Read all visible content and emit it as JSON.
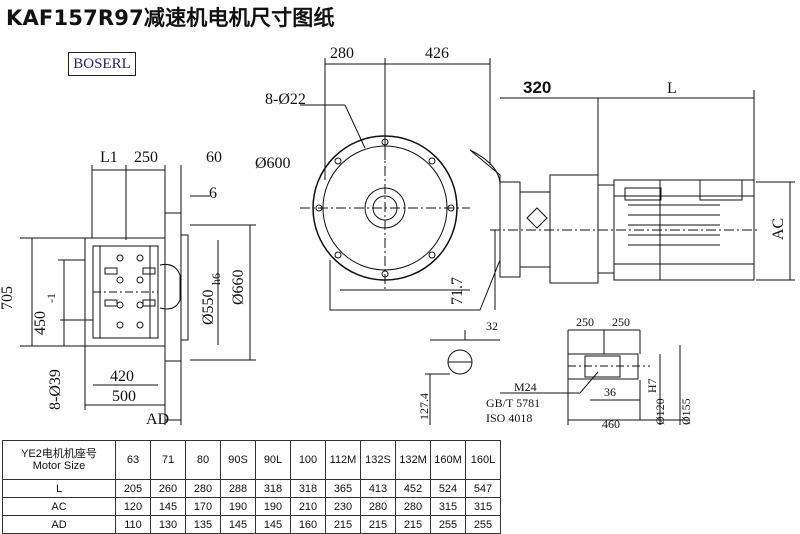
{
  "title": "KAF157R97减速机电机尺寸图纸",
  "brand": "BOSERL",
  "dims": {
    "d280": "280",
    "d426": "426",
    "d320": "320",
    "dL": "L",
    "holes": "8-Ø22",
    "d600": "Ø600",
    "dL1": "L1",
    "d250": "250",
    "d60": "60",
    "d6": "6",
    "d705": "705",
    "d450": "450",
    "d450sub": "-1",
    "d550": "Ø550",
    "d550sub": "h6",
    "d660": "Ø660",
    "d420": "420",
    "d500": "500",
    "d8o39": "8-Ø39",
    "dAD": "AD",
    "dAC": "AC",
    "d717": "71.7",
    "d32": "32",
    "d1274": "127.4",
    "d250a": "250",
    "d250b": "250",
    "m24": "M24",
    "gb": "GB/T 5781",
    "iso": "ISO 4018",
    "d36": "36",
    "d460": "460",
    "d120": "Ø120",
    "d120sub": "H7",
    "d155": "Ø155"
  },
  "table": {
    "header_line1": "YE2电机机座号",
    "header_line2": "Motor Size",
    "sizes": [
      "63",
      "71",
      "80",
      "90S",
      "90L",
      "100",
      "112M",
      "132S",
      "132M",
      "160M",
      "160L"
    ],
    "rows": [
      {
        "label": "L",
        "values": [
          "205",
          "260",
          "280",
          "288",
          "318",
          "318",
          "365",
          "413",
          "452",
          "524",
          "547"
        ]
      },
      {
        "label": "AC",
        "values": [
          "120",
          "145",
          "170",
          "190",
          "190",
          "210",
          "230",
          "280",
          "280",
          "315",
          "315"
        ]
      },
      {
        "label": "AD",
        "values": [
          "110",
          "130",
          "135",
          "145",
          "145",
          "160",
          "215",
          "215",
          "215",
          "255",
          "255"
        ]
      }
    ]
  }
}
